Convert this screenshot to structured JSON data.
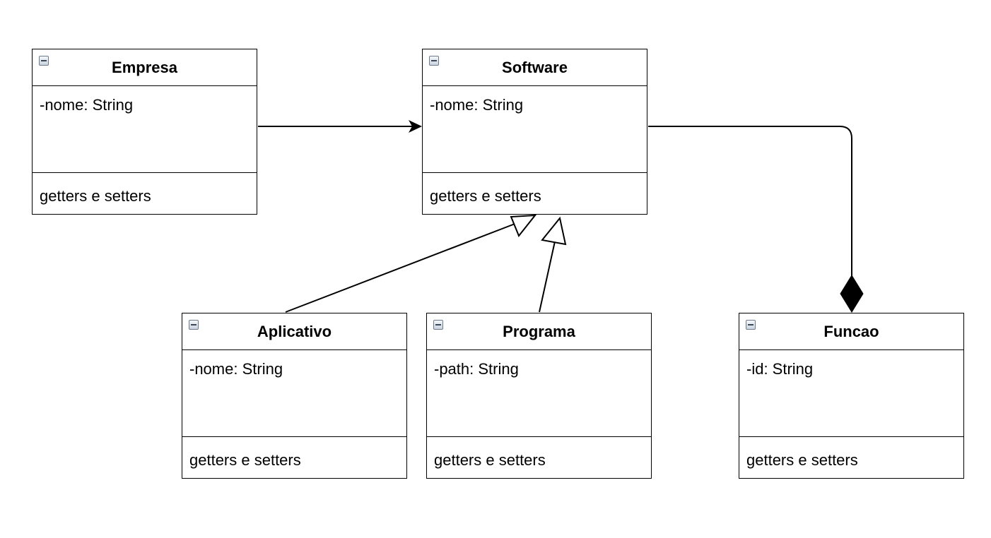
{
  "classes": {
    "empresa": {
      "name": "Empresa",
      "attribute": "-nome: String",
      "method": "getters e setters"
    },
    "software": {
      "name": "Software",
      "attribute": "-nome: String",
      "method": "getters e setters"
    },
    "aplicativo": {
      "name": "Aplicativo",
      "attribute": "-nome: String",
      "method": "getters e setters"
    },
    "programa": {
      "name": "Programa",
      "attribute": "-path: String",
      "method": "getters e setters"
    },
    "funcao": {
      "name": "Funcao",
      "attribute": "-id: String",
      "method": "getters e setters"
    }
  },
  "icons": {
    "collapse": "collapse-icon"
  },
  "colors": {
    "line": "#000000",
    "background": "#ffffff"
  }
}
